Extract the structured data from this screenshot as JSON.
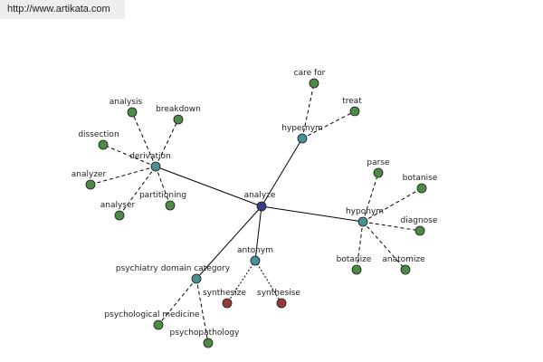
{
  "banner": {
    "url": "http://www.artikata.com"
  },
  "colors": {
    "root": "#3b3b87",
    "relation": "#4a9195",
    "word": "#4d8a45",
    "antonym_word": "#983838",
    "node_stroke": "#1a1a1a",
    "edge": "#000000"
  },
  "graph": {
    "nodes": [
      {
        "id": "analyze",
        "label": "analyze",
        "kind": "root"
      },
      {
        "id": "derivation",
        "label": "derivation",
        "kind": "relation"
      },
      {
        "id": "hypernym",
        "label": "hypernym",
        "kind": "relation"
      },
      {
        "id": "hyponym",
        "label": "hyponym",
        "kind": "relation"
      },
      {
        "id": "antonym",
        "label": "antonym",
        "kind": "relation"
      },
      {
        "id": "psychiatry",
        "label": "psychiatry domain category",
        "kind": "relation"
      },
      {
        "id": "analysis",
        "label": "analysis",
        "kind": "word"
      },
      {
        "id": "breakdown",
        "label": "breakdown",
        "kind": "word"
      },
      {
        "id": "dissection",
        "label": "dissection",
        "kind": "word"
      },
      {
        "id": "analyzer",
        "label": "analyzer",
        "kind": "word"
      },
      {
        "id": "analyser",
        "label": "analyser",
        "kind": "word"
      },
      {
        "id": "partitioning",
        "label": "partitioning",
        "kind": "word"
      },
      {
        "id": "carefor",
        "label": "care for",
        "kind": "word"
      },
      {
        "id": "treat",
        "label": "treat",
        "kind": "word"
      },
      {
        "id": "parse",
        "label": "parse",
        "kind": "word"
      },
      {
        "id": "botanise",
        "label": "botanise",
        "kind": "word"
      },
      {
        "id": "diagnose",
        "label": "diagnose",
        "kind": "word"
      },
      {
        "id": "anatomize",
        "label": "anatomize",
        "kind": "word"
      },
      {
        "id": "botanize",
        "label": "botanize",
        "kind": "word"
      },
      {
        "id": "synthesize",
        "label": "synthesize",
        "kind": "antonym_word"
      },
      {
        "id": "synthesise",
        "label": "synthesise",
        "kind": "antonym_word"
      },
      {
        "id": "psychmed",
        "label": "psychological medicine",
        "kind": "word"
      },
      {
        "id": "psychopath",
        "label": "psychopathology",
        "kind": "word"
      }
    ],
    "edges": [
      {
        "from": "analyze",
        "to": "derivation",
        "style": "solid"
      },
      {
        "from": "analyze",
        "to": "hypernym",
        "style": "solid"
      },
      {
        "from": "analyze",
        "to": "hyponym",
        "style": "solid"
      },
      {
        "from": "analyze",
        "to": "antonym",
        "style": "solid"
      },
      {
        "from": "analyze",
        "to": "psychiatry",
        "style": "solid"
      },
      {
        "from": "derivation",
        "to": "analysis",
        "style": "dashed"
      },
      {
        "from": "derivation",
        "to": "breakdown",
        "style": "dashed"
      },
      {
        "from": "derivation",
        "to": "dissection",
        "style": "dashed"
      },
      {
        "from": "derivation",
        "to": "analyzer",
        "style": "dashed"
      },
      {
        "from": "derivation",
        "to": "analyser",
        "style": "dashed"
      },
      {
        "from": "derivation",
        "to": "partitioning",
        "style": "dashed"
      },
      {
        "from": "hypernym",
        "to": "carefor",
        "style": "dashed"
      },
      {
        "from": "hypernym",
        "to": "treat",
        "style": "dashed"
      },
      {
        "from": "hyponym",
        "to": "parse",
        "style": "dashed"
      },
      {
        "from": "hyponym",
        "to": "botanise",
        "style": "dashed"
      },
      {
        "from": "hyponym",
        "to": "diagnose",
        "style": "dashed"
      },
      {
        "from": "hyponym",
        "to": "anatomize",
        "style": "dashed"
      },
      {
        "from": "hyponym",
        "to": "botanize",
        "style": "dashed"
      },
      {
        "from": "antonym",
        "to": "synthesize",
        "style": "dotted"
      },
      {
        "from": "antonym",
        "to": "synthesise",
        "style": "dotted"
      },
      {
        "from": "psychiatry",
        "to": "psychmed",
        "style": "dashed"
      },
      {
        "from": "psychiatry",
        "to": "psychopath",
        "style": "dashed"
      }
    ]
  }
}
